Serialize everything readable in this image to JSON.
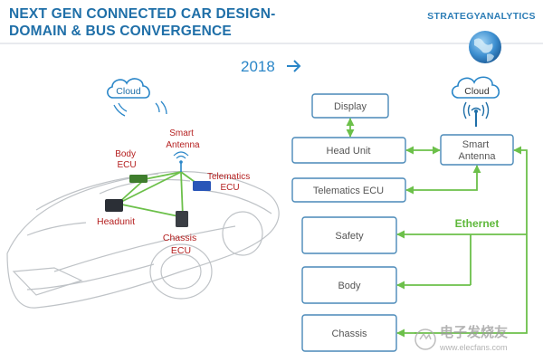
{
  "header": {
    "title_line1": "NEXT GEN CONNECTED CAR DESIGN-",
    "title_line2": "DOMAIN & BUS CONVERGENCE",
    "brand": "STRATEGYANALYTICS"
  },
  "year_label": "2018",
  "car_diagram": {
    "cloud": "Cloud",
    "body_ecu": [
      "Body",
      "ECU"
    ],
    "smart_antenna": [
      "Smart",
      "Antenna"
    ],
    "telematics_ecu": [
      "Telematics",
      "ECU"
    ],
    "headunit": "Headunit",
    "chassis_ecu": [
      "Chassis",
      "ECU"
    ]
  },
  "block_diagram": {
    "cloud": "Cloud",
    "display": "Display",
    "head_unit": "Head Unit",
    "smart_antenna": [
      "Smart",
      "Antenna"
    ],
    "telematics_ecu": "Telematics ECU",
    "ethernet": "Ethernet",
    "safety": "Safety",
    "body": "Body",
    "chassis": "Chassis"
  },
  "watermark": [
    "电子发烧友",
    "www.elecfans.com"
  ],
  "colors": {
    "title": "#1f6fa8",
    "box_border": "#4a89b8",
    "connector": "#6cc04a",
    "ecu_label": "#b52020",
    "arrow_blue": "#2a86c8"
  }
}
